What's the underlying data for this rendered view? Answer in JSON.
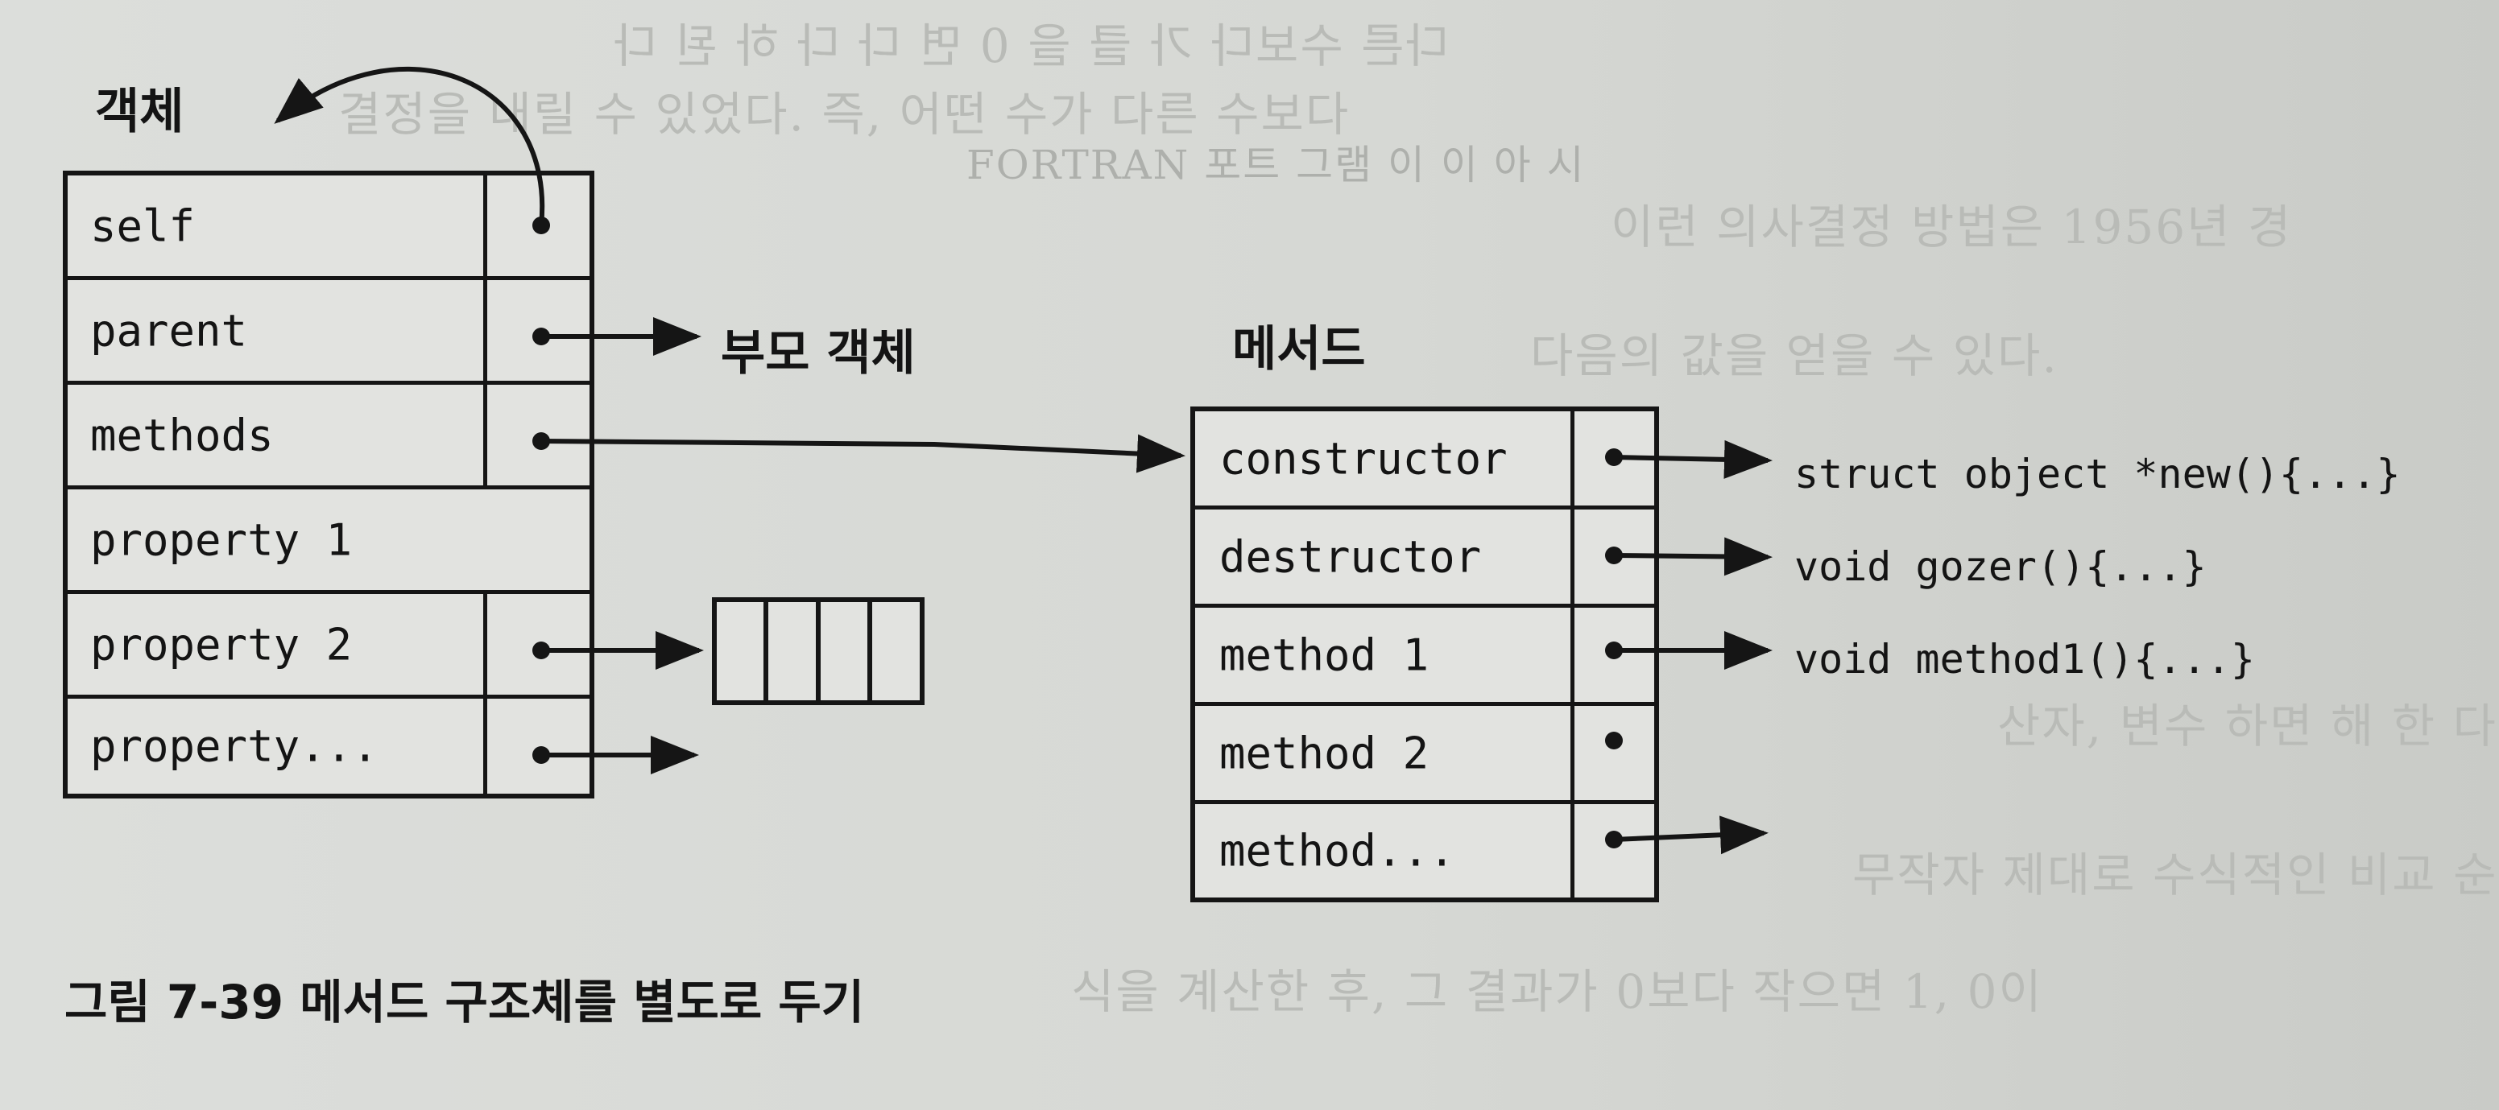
{
  "object_label": "객체",
  "parent_label": "부모 객체",
  "methods_label": "메서드",
  "object_table": {
    "rows": [
      "self",
      "parent",
      "methods",
      "property 1",
      "property 2",
      "property..."
    ]
  },
  "methods_table": {
    "rows": [
      "constructor",
      "destructor",
      "method 1",
      "method 2",
      "method..."
    ]
  },
  "method_targets": {
    "constructor": "struct object *new(){...}",
    "destructor": "void gozer(){...}",
    "method1": "void method1(){...}"
  },
  "caption": "그림 7-39 메서드 구조체를 별도로 두기",
  "colors": {
    "ink": "#151515",
    "paper": "#d9dbd8"
  }
}
